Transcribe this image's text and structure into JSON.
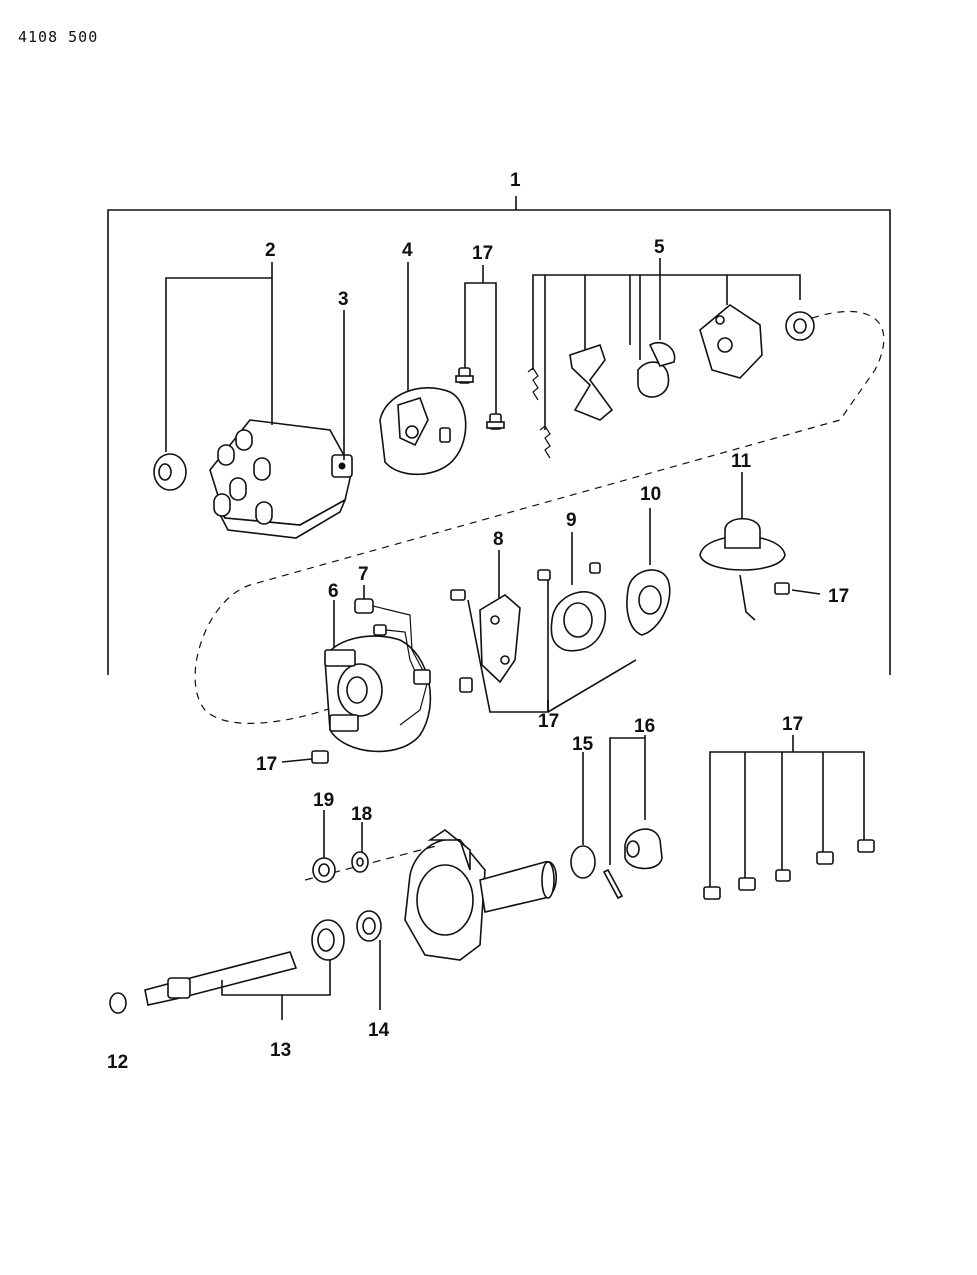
{
  "header": {
    "doc_number": "4108 500"
  },
  "callouts": {
    "c1": "1",
    "c2": "2",
    "c3": "3",
    "c4": "4",
    "c5": "5",
    "c6": "6",
    "c7": "7",
    "c8": "8",
    "c9": "9",
    "c10": "10",
    "c11": "11",
    "c12": "12",
    "c13": "13",
    "c14": "14",
    "c15": "15",
    "c16": "16",
    "c17": "17",
    "c18": "18",
    "c19": "19"
  }
}
